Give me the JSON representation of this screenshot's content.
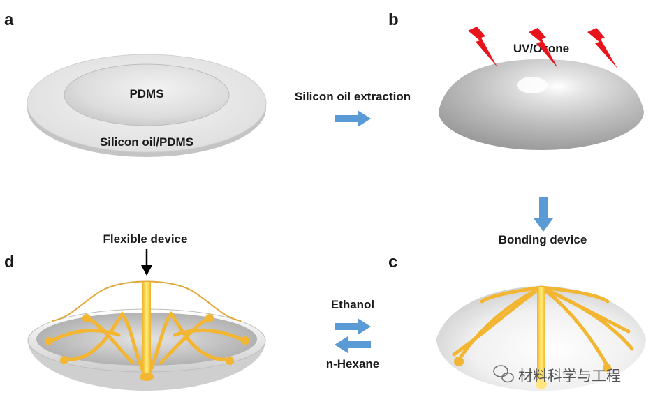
{
  "panels": {
    "a": {
      "letter": "a",
      "inner_label": "PDMS",
      "outer_label": "Silicon oil/PDMS"
    },
    "b": {
      "letter": "b",
      "label": "UV/Ozone"
    },
    "c": {
      "letter": "c"
    },
    "d": {
      "letter": "d",
      "label": "Flexible device"
    }
  },
  "steps": {
    "a_to_b": "Silicon oil extraction",
    "b_to_c": "Bonding device",
    "c_to_d_top": "Ethanol",
    "c_to_d_bottom": "n-Hexane"
  },
  "watermark": {
    "text": "材料科学与工程"
  },
  "colors": {
    "arrow_blue": "#5b9bd5",
    "gold": "#f2b632",
    "gold_light": "#ffe680",
    "lightning_red": "#e8141c",
    "gray_surface": "#c9c9c9"
  }
}
